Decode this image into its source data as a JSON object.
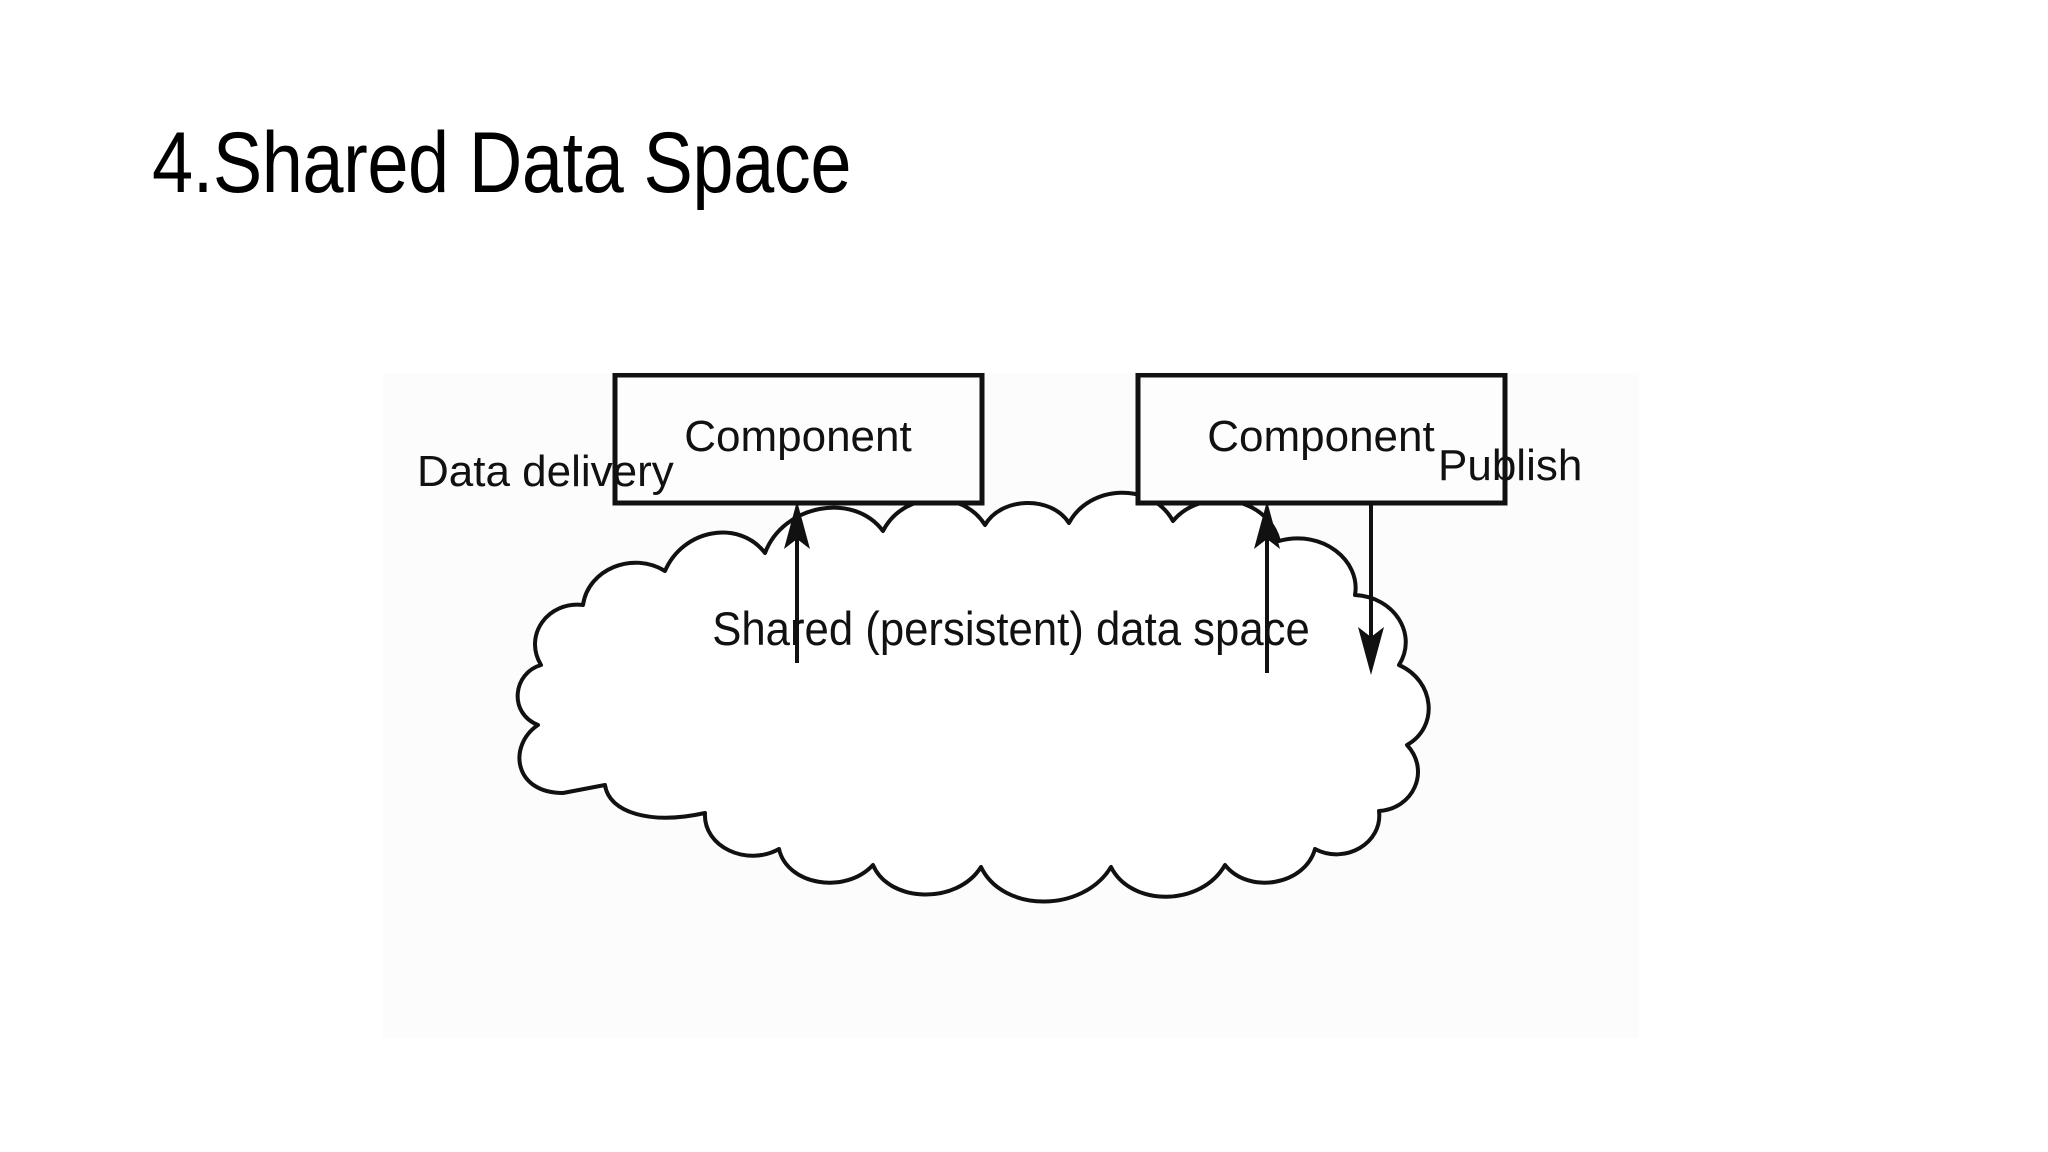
{
  "slide": {
    "title": "4.Shared Data Space",
    "background_color": "#ffffff",
    "text_color": "#000000"
  },
  "diagram": {
    "name": "shared-data-space-architecture",
    "panel_background": "#fcfcfc",
    "line_color": "#111111",
    "components": [
      {
        "id": "component-left",
        "label": "Component"
      },
      {
        "id": "component-right",
        "label": "Component"
      }
    ],
    "arrows": [
      {
        "id": "arrow-data-delivery-left",
        "direction": "up",
        "from": "shared-data-space",
        "to": "component-left",
        "label": "Data delivery"
      },
      {
        "id": "arrow-data-delivery-right",
        "direction": "up",
        "from": "shared-data-space",
        "to": "component-right",
        "label": ""
      },
      {
        "id": "arrow-publish",
        "direction": "down",
        "from": "component-right",
        "to": "shared-data-space",
        "label": "Publish"
      }
    ],
    "labels": {
      "data_delivery": "Data delivery",
      "publish": "Publish"
    },
    "cloud": {
      "id": "shared-data-space",
      "label": "Shared (persistent) data space"
    }
  }
}
